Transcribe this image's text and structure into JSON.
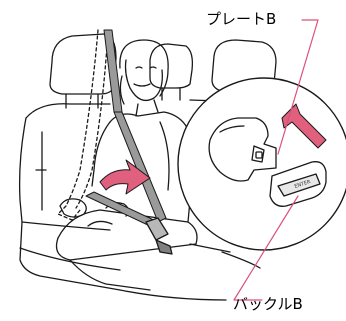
{
  "labels": {
    "plate": "プレートB",
    "buckle": "バックルB",
    "enter_button": "ENTER"
  },
  "colors": {
    "outline": "#1a1a1a",
    "belt_gray": "#9a9a9a",
    "arrow_pink": "#e0607e",
    "leader_pink": "#d9527a"
  },
  "icons": [
    "direction-arrow-icon"
  ]
}
